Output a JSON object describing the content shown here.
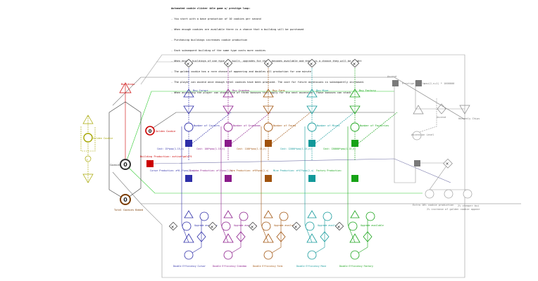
{
  "notes": {
    "title": "Automated cookie clicker idle game w/ prestige loop:",
    "lines": [
      "- You start with a base production of 10 cookies per second",
      "- When enough cookies are available there is a chance that a building will be purchased",
      "- Purchasing buildings increases cookie production",
      "- Each subsequent building of the same type costs more cookies",
      "- When enough buildings of one type are built, upgrades for those becomes available and there is a chance they will be bought",
      "- The golden cookie has a rare chance of appearing and doubles all production for one minute",
      "- The player can ascend once enough total cookies have been produced. The cost for future ascensions is subsequently increased.",
      "- When ascending the player can choose one of three bonuses that apply for the next ascension. Those bonuses can stack."
    ]
  },
  "colors": {
    "cursor": "#2e2ea8",
    "grandma": "#8a1a8a",
    "farm": "#a0520d",
    "mine": "#12999a",
    "factory": "#17a317",
    "buildings": "#cc0000",
    "gold": "#a6a600",
    "gray": "#777777",
    "dark": "#333333",
    "lightgreen": "#33cc33"
  },
  "labels": {
    "buildings": "Buildings",
    "cookies": "Cookies",
    "total_cookies_baked": "Total Cookies Baked",
    "golden_cookie": "Golden Cookie",
    "buy_cursor": "Buy Cursor",
    "buy_grandma": "Buy Grandma",
    "buy_farm": "Buy Farm",
    "buy_mine": "Buy Mine",
    "buy_factory": "Buy Factory",
    "number_of_cursors": "Number of Cursors",
    "number_of_grandmas": "Number of Grandmas",
    "number_of_farms": "Number of Farms",
    "number_of_mines": "Number of Mines",
    "number_of_factories": "Number of Factories",
    "building_production": "Building Production: active*gold*5",
    "cost_cursor": "Cost: 15*pow(1.15,n)",
    "cost_grandma": "Cost: 100*pow(1.15,n)",
    "cost_farm": "Cost: 1100*pow(1.15,n)",
    "cost_mine": "Cost: 12000*pow(1.15,n)",
    "cost_factory": "Cost: 130000*pow(1.15,n)",
    "cursor_production": "Cursor Production: a*0.1*pow(2,u)",
    "grandma_production": "Grandma Production: a*1*pow(2,u)",
    "farm_production": "Farm Production: a*8*pow(2,u)",
    "mine_production": "Mine Production: a*47*pow(2,u)",
    "factory_production": "Factory Production:",
    "upgrade_available": "Upgrade available",
    "double_cursor": "Double Efficiency Cursor",
    "double_grandma": "Double Efficiency Grandma",
    "double_farm": "Double Efficiency Farm",
    "double_mine": "Double Efficiency Mine",
    "double_factory": "Double Efficiency Factory",
    "ascend": "Ascend",
    "prestige_levels": "Prestige Levels",
    "ascend_cost": "pow(2,n+1) * 1000000",
    "ascension_level": "Ascension Level",
    "heavenly_chips": "Heavenly Chips",
    "prestige_bonus": "Extra 10% cookie production",
    "golden_bonus_a": "2% cheaper bui",
    "golden_bonus_b": "2% increase of golden cookie appear"
  },
  "pools": {
    "cookies": "0",
    "total_cookies": "0",
    "buildings": "0",
    "golden": "0"
  }
}
